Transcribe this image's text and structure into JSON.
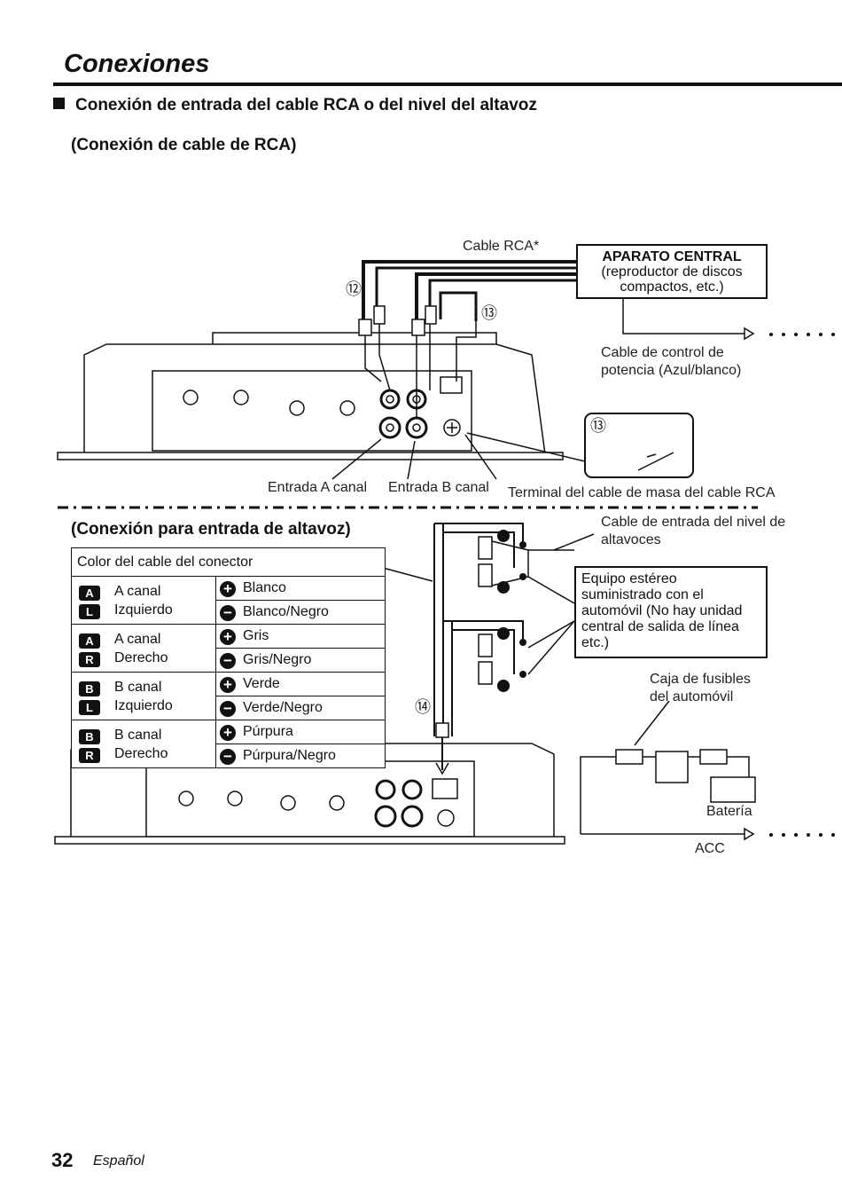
{
  "page_title": "Conexiones",
  "section_heading": "Conexión de entrada del cable RCA o del nivel del altavoz",
  "subsection_rca": "(Conexión de cable de RCA)",
  "subsection_speaker": "(Conexión para entrada de altavoz)",
  "labels": {
    "cable_rca": "Cable RCA*",
    "head_unit_title": "APARATO CENTRAL",
    "head_unit_desc_1": "(reproductor de discos",
    "head_unit_desc_2": "compactos, etc.)",
    "power_cable_1": "Cable de control de",
    "power_cable_2": "potencia (Azul/blanco)",
    "entrada_a": "Entrada A canal",
    "entrada_b": "Entrada B canal",
    "gnd_terminal": "Terminal del cable de masa del cable RCA",
    "speaker_level_1": "Cable de entrada del nivel de",
    "speaker_level_2": "altavoces",
    "stereo_1": "Equipo estéreo",
    "stereo_2": "suministrado con el",
    "stereo_3a": "automóvil",
    "stereo_3b": " (No hay unidad",
    "stereo_4": "central de salida de línea",
    "stereo_5": "etc.)",
    "fuse_1": "Caja de fusibles",
    "fuse_2": "del automóvil",
    "battery": "Batería",
    "acc": "ACC",
    "num12": "⑫",
    "num13": "⑬",
    "num13b": "⑬",
    "num14": "⑭"
  },
  "table": {
    "header": "Color del cable del conector",
    "rows": [
      {
        "ch": "A",
        "side": "L",
        "name1": "A canal",
        "name2": "Izquierdo",
        "plus": "Blanco",
        "minus": "Blanco/Negro"
      },
      {
        "ch": "A",
        "side": "R",
        "name1": "A canal",
        "name2": "Derecho",
        "plus": "Gris",
        "minus": "Gris/Negro"
      },
      {
        "ch": "B",
        "side": "L",
        "name1": "B canal",
        "name2": "Izquierdo",
        "plus": "Verde",
        "minus": "Verde/Negro"
      },
      {
        "ch": "B",
        "side": "R",
        "name1": "B canal",
        "name2": "Derecho",
        "plus": "Púrpura",
        "minus": "Púrpura/Negro"
      }
    ]
  },
  "footer": {
    "page_number": "32",
    "language": "Español"
  }
}
